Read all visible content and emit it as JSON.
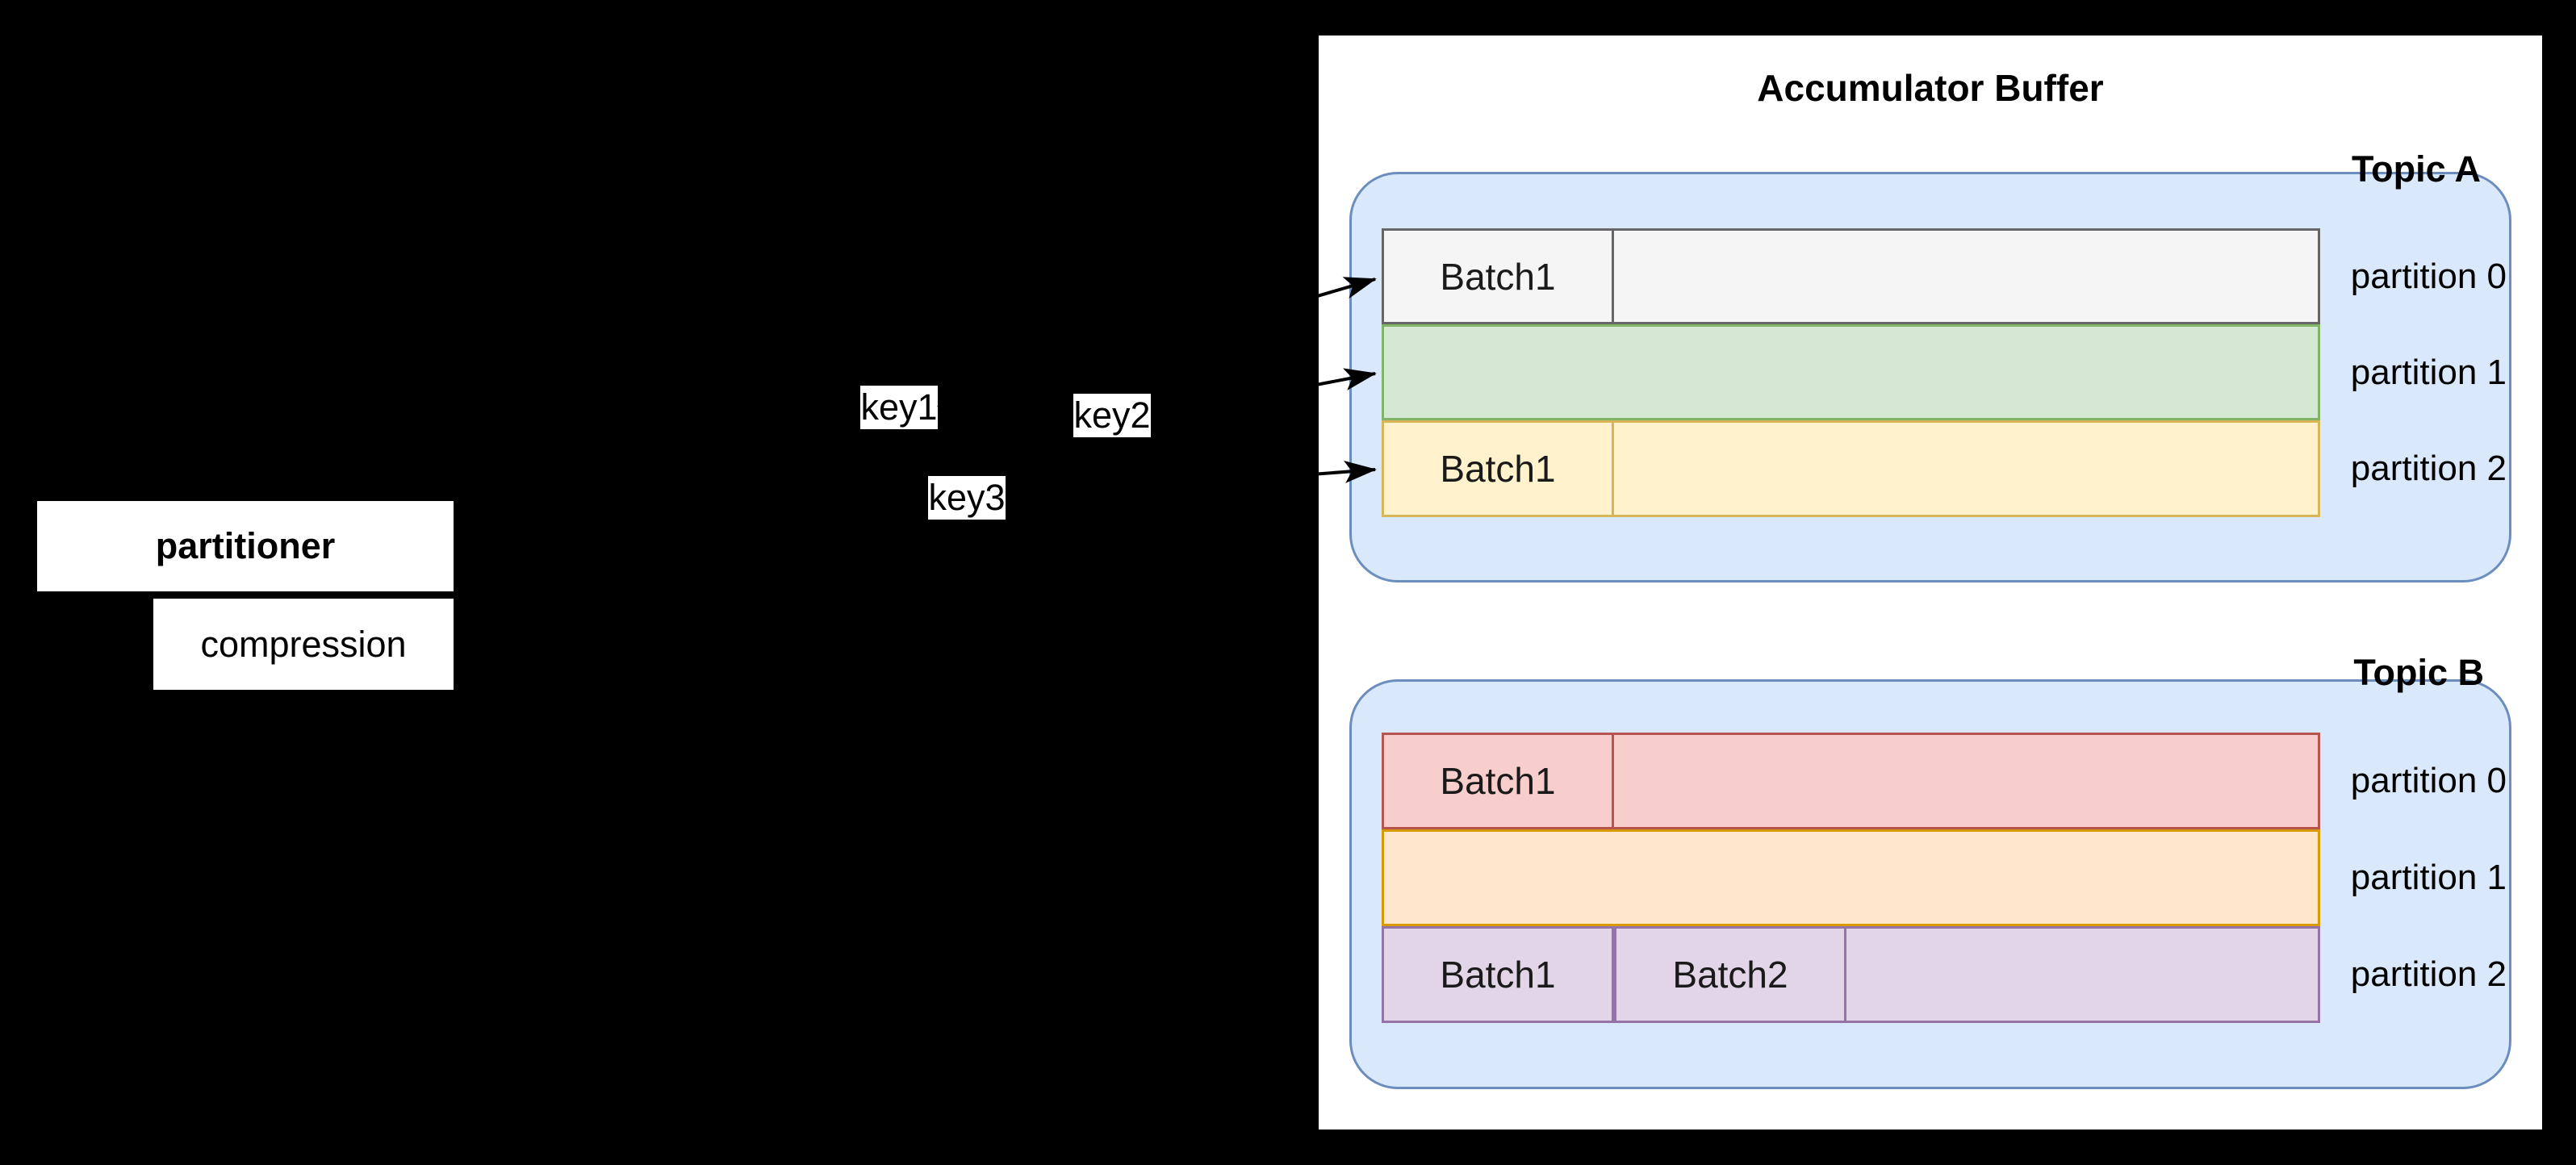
{
  "app": {
    "background": "#000000",
    "panel_background": "#ffffff",
    "text_color": "#000000",
    "arrow_color": "#000000"
  },
  "producer": {
    "partitioner_label": "partitioner",
    "compression_label": "compression"
  },
  "keys": [
    {
      "label": "key1"
    },
    {
      "label": "key2"
    },
    {
      "label": "key3"
    }
  ],
  "accumulator": {
    "title": "Accumulator Buffer",
    "topic_container": {
      "fill": "#dae8fc",
      "stroke": "#6c8ebf"
    },
    "topics": [
      {
        "name": "Topic A",
        "partitions": [
          {
            "label": "partition 0",
            "fill": "#f5f5f5",
            "stroke": "#666666",
            "batches": [
              {
                "label": "Batch1"
              }
            ]
          },
          {
            "label": "partition 1",
            "fill": "#d5e8d4",
            "stroke": "#82b366",
            "batches": []
          },
          {
            "label": "partition 2",
            "fill": "#fff2cc",
            "stroke": "#d6b656",
            "batches": [
              {
                "label": "Batch1"
              }
            ]
          }
        ]
      },
      {
        "name": "Topic B",
        "partitions": [
          {
            "label": "partition 0",
            "fill": "#f8cecc",
            "stroke": "#b85450",
            "batches": [
              {
                "label": "Batch1"
              }
            ]
          },
          {
            "label": "partition 1",
            "fill": "#ffe6cc",
            "stroke": "#d79b00",
            "batches": []
          },
          {
            "label": "partition 2",
            "fill": "#e1d5e7",
            "stroke": "#9673a6",
            "batches": [
              {
                "label": "Batch1"
              },
              {
                "label": "Batch2"
              }
            ]
          }
        ]
      }
    ]
  }
}
